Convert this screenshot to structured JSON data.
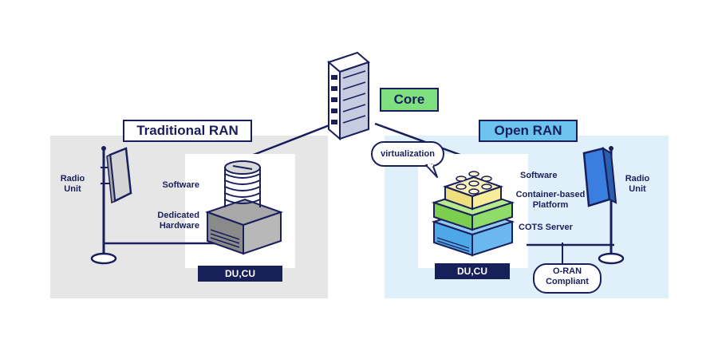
{
  "core": {
    "label": "Core"
  },
  "traditional": {
    "title": "Traditional RAN",
    "radio_unit": "Radio\nUnit",
    "software": "Software",
    "hardware": "Dedicated\nHardware",
    "du_cu": "DU,CU"
  },
  "open": {
    "title": "Open RAN",
    "radio_unit": "Radio\nUnit",
    "virtualization": "virtualization",
    "software": "Software",
    "platform": "Container-based\nPlatform",
    "server": "COTS Server",
    "du_cu": "DU,CU",
    "compliant": "O-RAN\nCompliant"
  },
  "colors": {
    "navy": "#1a1f5c",
    "traditional_bg": "#e6e6e6",
    "open_bg": "#dff0fb",
    "core_green": "#7fe080",
    "open_title_bg": "#6bc3ee",
    "software_yellow": "#f6ec9a",
    "platform_green": "#8fdc6a",
    "server_blue": "#6ab8ef"
  }
}
